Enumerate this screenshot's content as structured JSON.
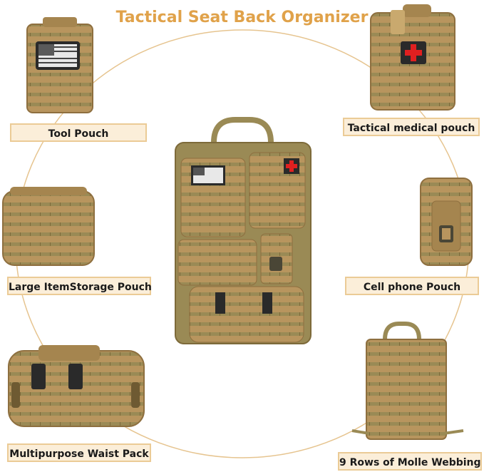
{
  "title": "Tactical Seat Back Organizer",
  "labels": {
    "tool_pouch": "Tool Pouch",
    "medical_pouch": "Tactical medical pouch",
    "large_storage": "Large ItemStorage Pouch",
    "cell_phone": "Cell phone Pouch",
    "waist_pack": "Multipurpose Waist Pack",
    "molle_webbing": "9 Rows of Molle Webbing"
  },
  "colors": {
    "title": "#e0a24a",
    "label_bg": "#fbeed9",
    "label_border": "#ebcb96",
    "circle": "#e6c48f",
    "tan": "#b8955e",
    "tan_dark": "#8e6f3f",
    "olive": "#9a8a55",
    "medical_cross": "#e02020"
  },
  "icons": [
    "flag-patch-icon",
    "medical-cross-icon",
    "buckle-icon"
  ]
}
